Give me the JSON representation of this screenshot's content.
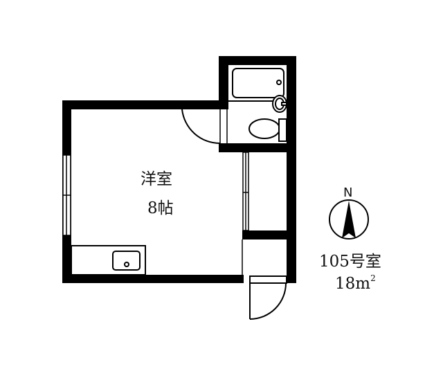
{
  "floor_plan": {
    "room": {
      "name": "洋室",
      "size": "8帖"
    },
    "unit": {
      "number": "105号室",
      "area_value": "18",
      "area_unit": "m",
      "area_unit_sup": "2"
    },
    "compass": {
      "letter": "N",
      "icon": "north-arrow-icon"
    },
    "fixtures": [
      "bathtub",
      "washbasin",
      "toilet",
      "kitchen-sink",
      "closet",
      "entrance-door",
      "room-door",
      "windows"
    ],
    "colors": {
      "wall": "#000000",
      "background": "#ffffff"
    }
  }
}
